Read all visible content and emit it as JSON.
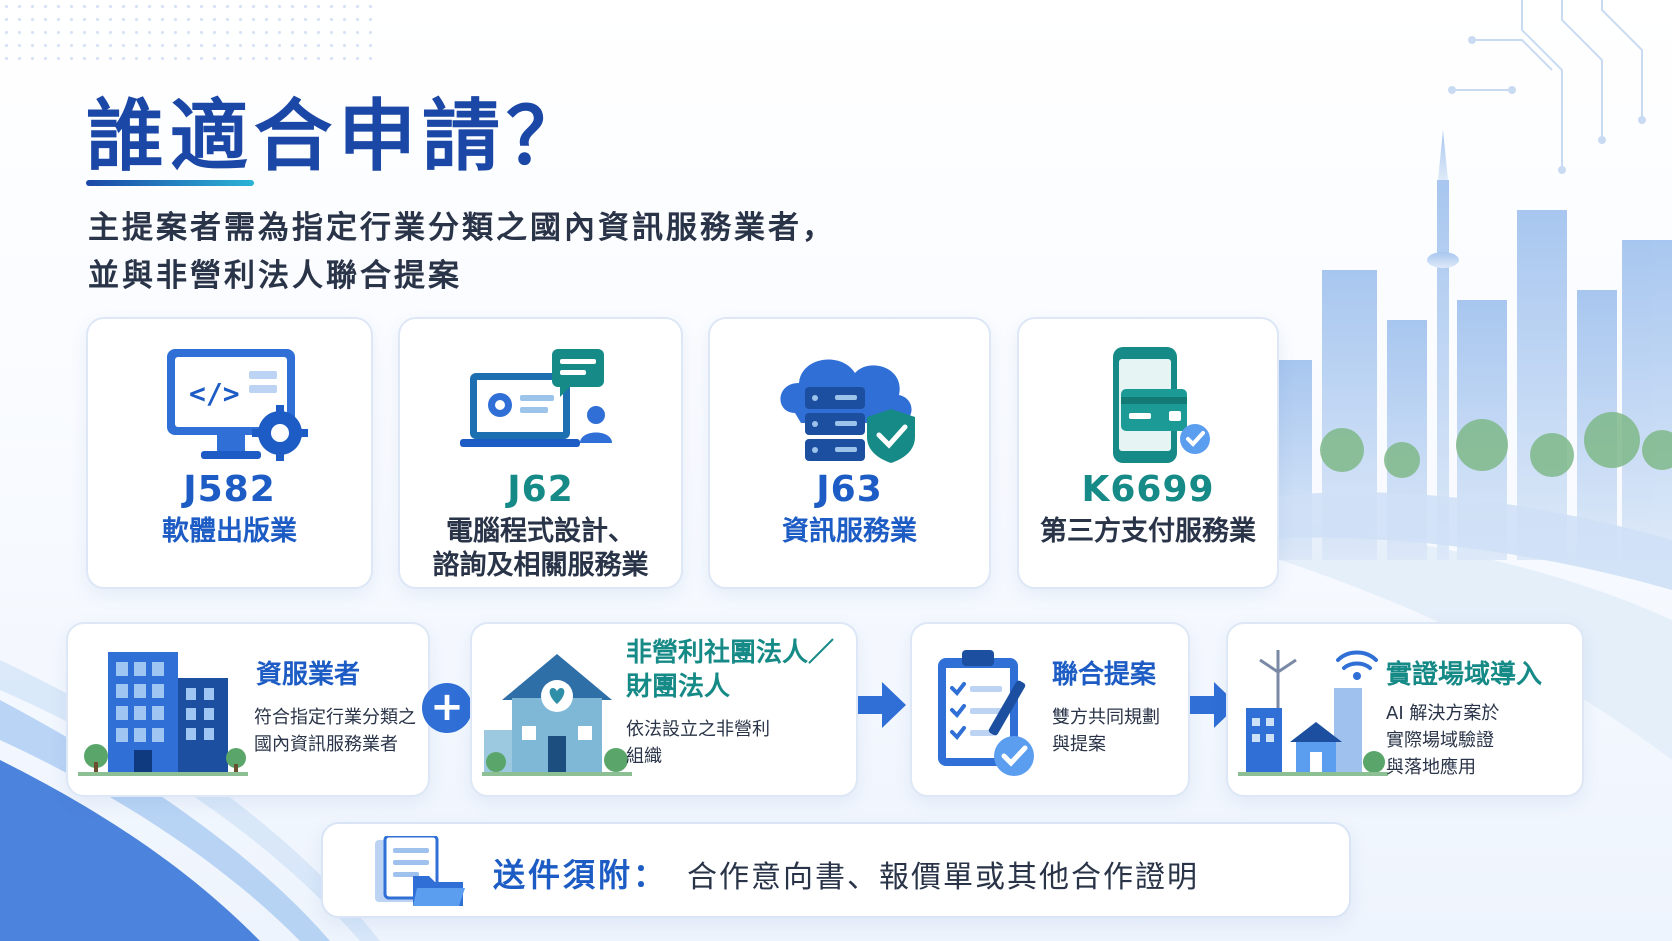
{
  "header": {
    "title": "誰適合申請？",
    "subtitle_line1": "主提案者需為指定行業分類之國內資訊服務業者，",
    "subtitle_line2": "並與非營利法人聯合提案"
  },
  "industries": [
    {
      "code": "J582",
      "name_line1": "軟體出版業",
      "name_line2": "",
      "icon": "software-monitor-gear-icon"
    },
    {
      "code": "J62",
      "name_line1": "電腦程式設計、",
      "name_line2": "諮詢及相關服務業",
      "icon": "laptop-chat-user-icon"
    },
    {
      "code": "J63",
      "name_line1": "資訊服務業",
      "name_line2": "",
      "icon": "cloud-server-shield-icon"
    },
    {
      "code": "K6699",
      "name_line1": "第三方支付服務業",
      "name_line2": "",
      "icon": "phone-card-check-icon"
    }
  ],
  "flow": [
    {
      "title_line1": "資服業者",
      "title_line2": "",
      "desc_line1": "符合指定行業分類之",
      "desc_line2": "國內資訊服務業者",
      "desc_line3": "",
      "icon": "office-building-icon"
    },
    {
      "title_line1": "非營利社團法人／",
      "title_line2": "財團法人",
      "desc_line1": "依法設立之非營利",
      "desc_line2": "組織",
      "desc_line3": "",
      "icon": "nonprofit-house-icon"
    },
    {
      "title_line1": "聯合提案",
      "title_line2": "",
      "desc_line1": "雙方共同規劃",
      "desc_line2": "與提案",
      "desc_line3": "",
      "icon": "clipboard-checklist-icon"
    },
    {
      "title_line1": "實證場域導入",
      "title_line2": "",
      "desc_line1": "AI 解決方案於",
      "desc_line2": "實際場域驗證",
      "desc_line3": "與落地應用",
      "icon": "smart-city-field-icon"
    }
  ],
  "connectors": {
    "plus": "+"
  },
  "banner": {
    "label": "送件須附：",
    "text": "合作意向書、報價單或其他合作證明",
    "icon": "documents-folder-icon"
  },
  "colors": {
    "primary_blue": "#1c5cc4",
    "title_blue": "#1b47a6",
    "teal": "#168a86",
    "text_dark": "#2a3448"
  }
}
